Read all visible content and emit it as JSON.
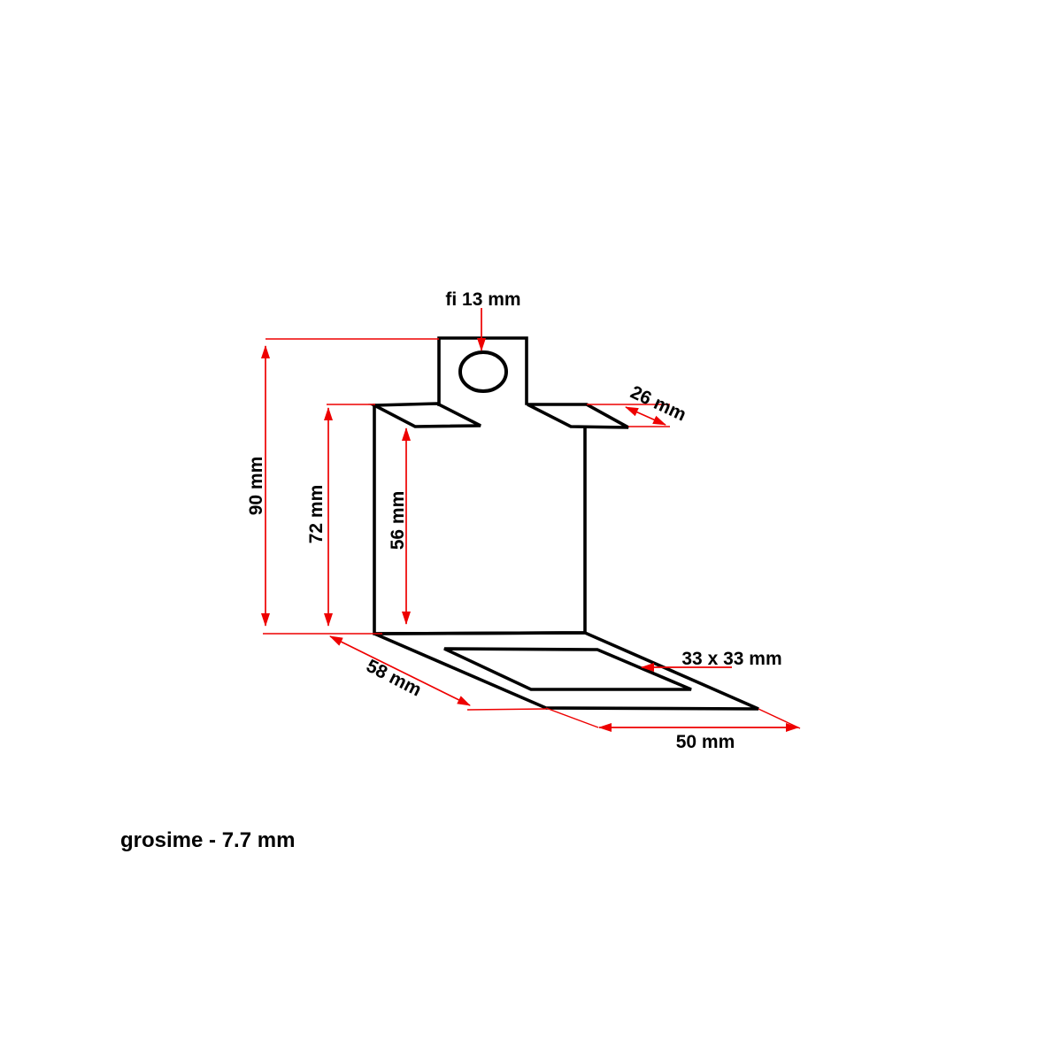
{
  "drawing": {
    "type": "technical-drawing",
    "subject": "L-shaped mounting bracket with top tab, hole, side flaps and square base cutout",
    "colors": {
      "outline": "#000000",
      "dimension": "#ee0000",
      "label_text": "#000000",
      "background": "#ffffff"
    },
    "labels": {
      "hole_diameter": "fi 13 mm",
      "total_height": "90 mm",
      "plate_height": "72 mm",
      "inner_height": "56 mm",
      "flap_depth": "26 mm",
      "base_depth": "58 mm",
      "cutout_size": "33 x 33 mm",
      "base_width": "50 mm",
      "thickness_note": "grosime - 7.7 mm"
    }
  }
}
